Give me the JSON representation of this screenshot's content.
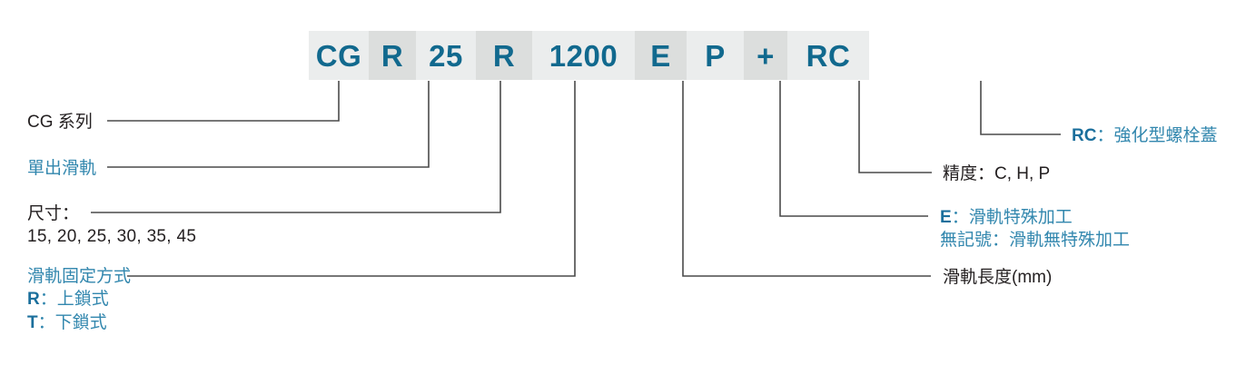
{
  "part_number": {
    "cells": [
      {
        "text": "CG",
        "shade": "light",
        "width": 66
      },
      {
        "text": "R",
        "shade": "dark",
        "width": 52
      },
      {
        "text": "25",
        "shade": "light",
        "width": 66
      },
      {
        "text": "R",
        "shade": "dark",
        "width": 62
      },
      {
        "text": "1200",
        "shade": "light",
        "width": 113
      },
      {
        "text": "E",
        "shade": "dark",
        "width": 57
      },
      {
        "text": "P",
        "shade": "light",
        "width": 63
      },
      {
        "text": "+",
        "shade": "dark",
        "width": 48
      },
      {
        "text": "RC",
        "shade": "light",
        "width": 90
      }
    ]
  },
  "annotations_left": {
    "series": {
      "label": "CG 系列"
    },
    "rail_type": {
      "label": "單出滑軌"
    },
    "size": {
      "label": "尺寸：",
      "values": "15, 20, 25, 30, 35, 45"
    },
    "mount": {
      "label": "滑軌固定方式",
      "option_r_key": "R",
      "option_r_text": "：上鎖式",
      "option_t_key": "T",
      "option_t_text": "：下鎖式"
    }
  },
  "annotations_right": {
    "bolt_cover": {
      "key": "RC",
      "text": "：強化型螺栓蓋"
    },
    "accuracy": {
      "label": "精度：C, H, P"
    },
    "machining": {
      "key_e": "E",
      "text_e": "：滑軌特殊加工",
      "line_none": "無記號：滑軌無特殊加工"
    },
    "rail_length": {
      "label": "滑軌長度(mm)"
    }
  },
  "colors": {
    "code_text": "#11698e",
    "cell_light": "#ebeded",
    "cell_dark": "#dcdedd",
    "annotation_blue": "#3287ae",
    "annotation_black": "#231f20",
    "leader_line": "#4a4a4a"
  }
}
